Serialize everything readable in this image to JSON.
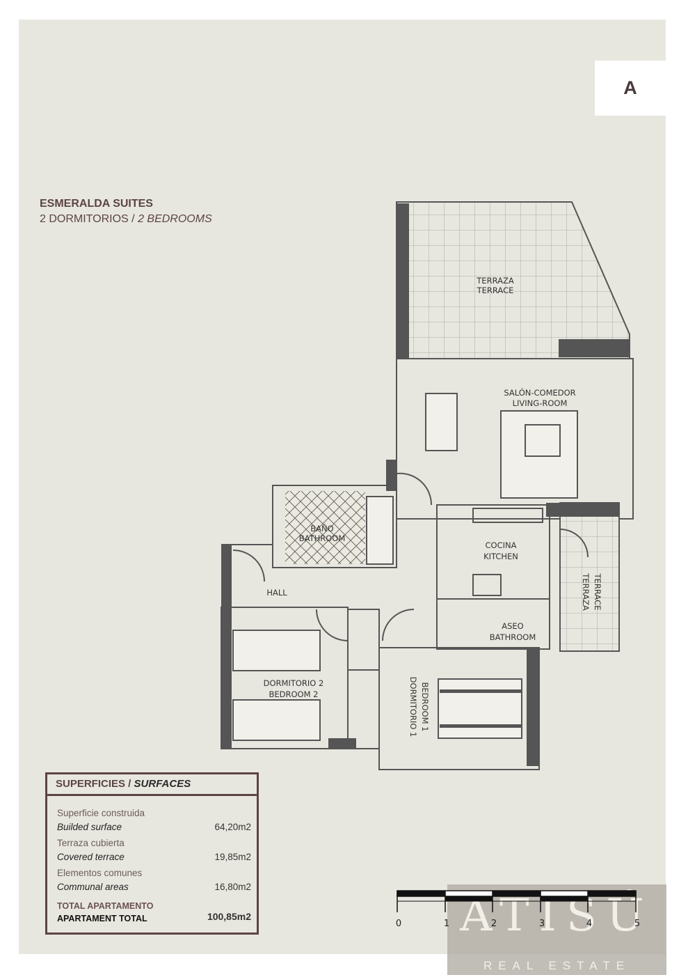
{
  "unit_tag": "A",
  "header": {
    "project": "ESMERALDA SUITES",
    "bedrooms_es": "2 DORMITORIOS",
    "separator": " / ",
    "bedrooms_en": "2 BEDROOMS"
  },
  "rooms": {
    "terrace_top": {
      "es": "TERRAZA",
      "en": "TERRACE"
    },
    "living": {
      "es": "SALÓN-COMEDOR",
      "en": "LIVING-ROOM"
    },
    "bathroom": {
      "es": "BAÑO",
      "en": "BATHROOM"
    },
    "kitchen": {
      "es": "COCINA",
      "en": "KITCHEN"
    },
    "terrace_side": {
      "es": "TERRAZA",
      "en": "TERRACE"
    },
    "hall": "HALL",
    "toilet": {
      "es": "ASEO",
      "en": "BATHROOM"
    },
    "bedroom2": {
      "es": "DORMITORIO 2",
      "en": "BEDROOM 2"
    },
    "bedroom1": {
      "es": "DORMITORIO 1",
      "en": "BEDROOM 1"
    }
  },
  "surfaces": {
    "title_es": "SUPERFICIES / ",
    "title_en": "SURFACES",
    "rows": [
      {
        "es": "Superficie construida",
        "en": "Builded surface",
        "value": "64,20m2"
      },
      {
        "es": "Terraza cubierta",
        "en": "Covered terrace",
        "value": "19,85m2"
      },
      {
        "es": "Elementos comunes",
        "en": "Communal areas",
        "value": "16,80m2"
      }
    ],
    "total_es": "TOTAL APARTAMENTO",
    "total_en": "APARTAMENT TOTAL",
    "total_value": "100,85m2"
  },
  "scale_bar": {
    "ticks": [
      "0",
      "1",
      "2",
      "3",
      "4",
      "5"
    ]
  },
  "watermark": {
    "logo": "ATISÚ",
    "subtitle": "REAL ESTATE"
  },
  "colors": {
    "panel": "#e8e7df",
    "wall": "#555555",
    "accent": "#5b4444"
  }
}
